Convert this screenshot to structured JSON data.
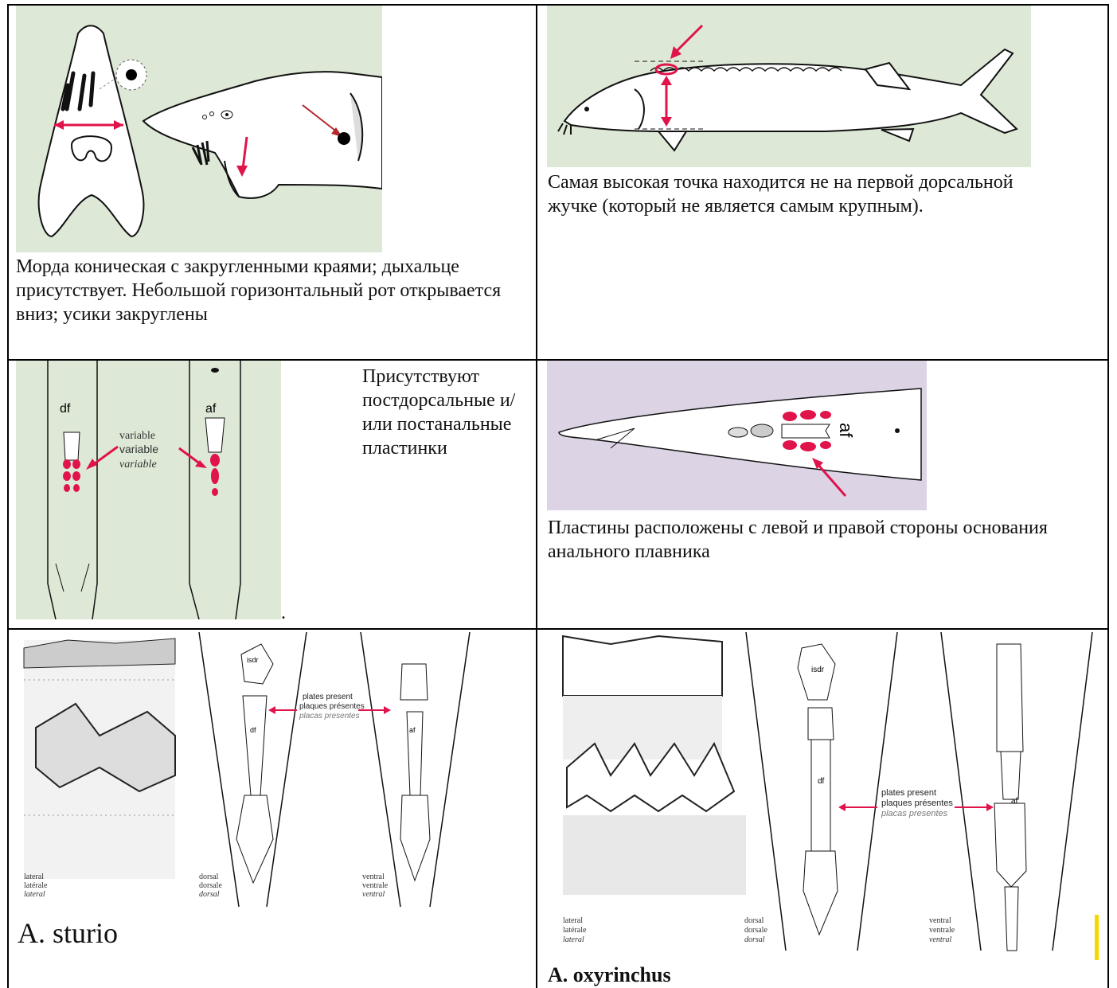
{
  "cells": {
    "snout": {
      "caption": "Морда коническая с закругленными краями; дыхальце присутствует. Небольшой горизонтальный рот открывается вниз; усики закруглены"
    },
    "body": {
      "caption": "Самая высокая точка находится не на первой дорсальной жучке (который не является самым крупным)."
    },
    "plates": {
      "label_df": "df",
      "label_af": "af",
      "variable_en": "variable",
      "variable_fr": "variable",
      "variable_es": "variable",
      "side_text": "Присутствуют постдорсальные и/или постанальные пластинки",
      "dot": "."
    },
    "anal": {
      "label_af": "af",
      "caption": "Пластины расположены с левой и правой стороны основания анального плавника"
    },
    "sturio": {
      "label_isdr": "isdr",
      "label_df": "df",
      "label_af": "af",
      "present_en": "plates present",
      "present_fr": "plaques présentes",
      "present_es": "placas presentes",
      "lateral_en": "lateral",
      "lateral_fr": "latérale",
      "lateral_es": "lateral",
      "dorsal_en": "dorsal",
      "dorsal_fr": "dorsale",
      "dorsal_es": "dorsal",
      "ventral_en": "ventral",
      "ventral_fr": "ventrale",
      "ventral_es": "ventral",
      "species": "A. sturio"
    },
    "oxy": {
      "label_isdr": "isdr",
      "label_df": "df",
      "label_af": "af",
      "present_en": "plates present",
      "present_fr": "plaques présentes",
      "present_es": "placas presentes",
      "lateral_en": "lateral",
      "lateral_fr": "latérale",
      "lateral_es": "lateral",
      "dorsal_en": "dorsal",
      "dorsal_fr": "dorsale",
      "dorsal_es": "dorsal",
      "ventral_en": "ventral",
      "ventral_fr": "ventrale",
      "ventral_es": "ventral",
      "species": "A. oxyrinchus"
    }
  },
  "colors": {
    "accent_red": "#e0134a",
    "green_bg": "#dde9d6",
    "purple_bg": "#dcd3e4",
    "marker_yellow": "#f5d800"
  }
}
